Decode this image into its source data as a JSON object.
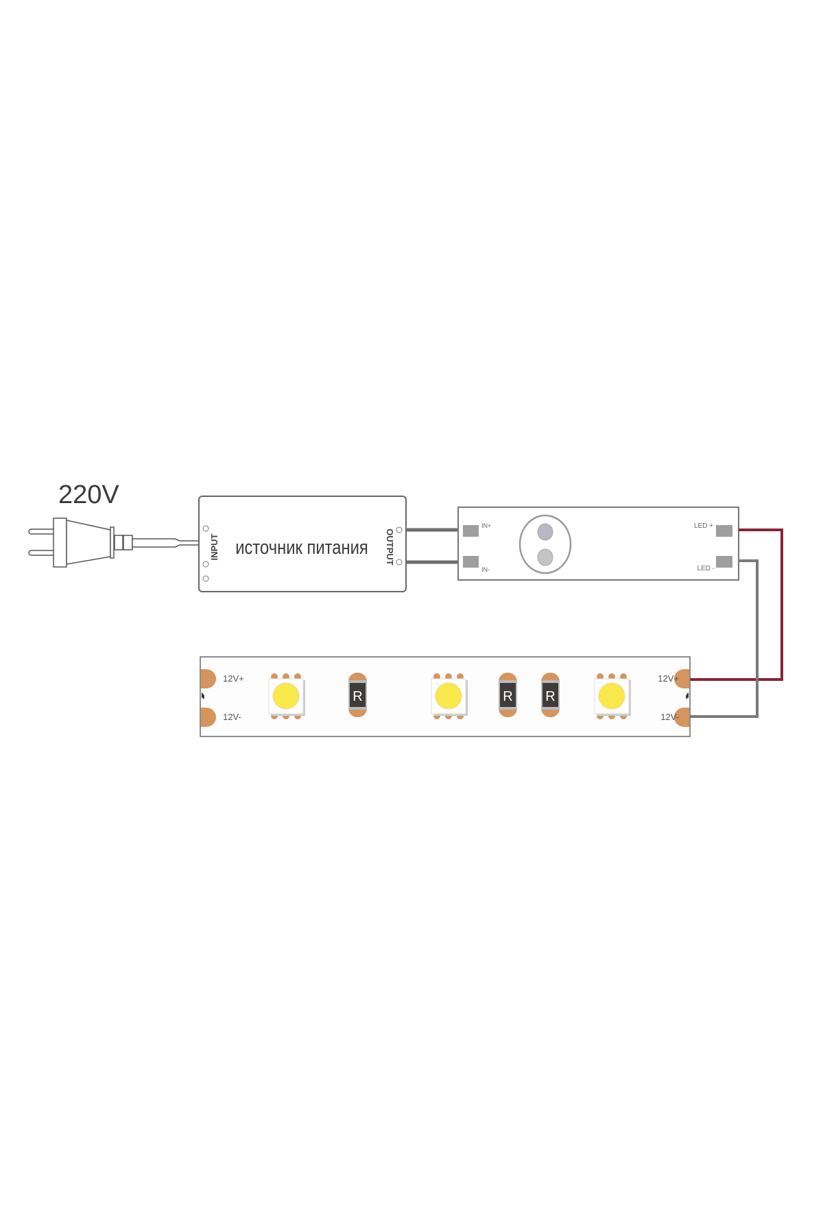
{
  "voltage_label": "220V",
  "power_supply": {
    "title": "источник питания",
    "input_label": "INPUT",
    "output_label": "OUTPUT"
  },
  "controller": {
    "in_plus": "IN+",
    "in_minus": "IN-",
    "led_plus": "LED +",
    "led_minus": "LED -"
  },
  "strip": {
    "left_plus": "12V+",
    "left_minus": "12V-",
    "right_plus": "12V+",
    "right_minus": "12V-",
    "resistor_labels": [
      "R",
      "R",
      "R"
    ]
  },
  "colors": {
    "positive_wire": "#8b2234",
    "negative_wire": "#7a7a7a",
    "pad": "#d4955f",
    "led": "#f9e84a"
  }
}
